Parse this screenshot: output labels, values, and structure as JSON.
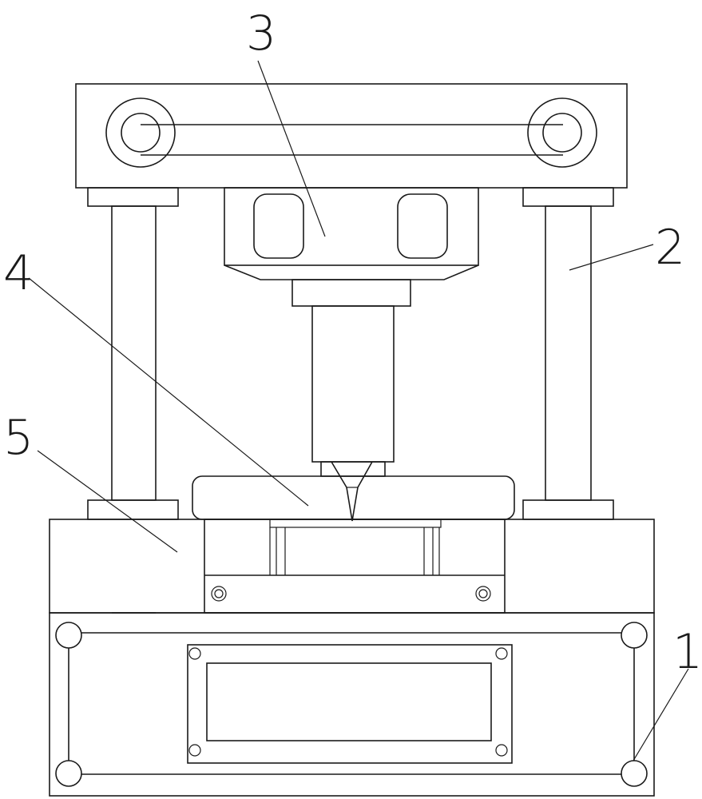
{
  "diagram": {
    "background": "#ffffff",
    "stroke_color": "#1a1a1a",
    "labels": {
      "base": "1",
      "guide_column": "2",
      "press_head": "3",
      "die": "4",
      "worktable": "5"
    }
  }
}
